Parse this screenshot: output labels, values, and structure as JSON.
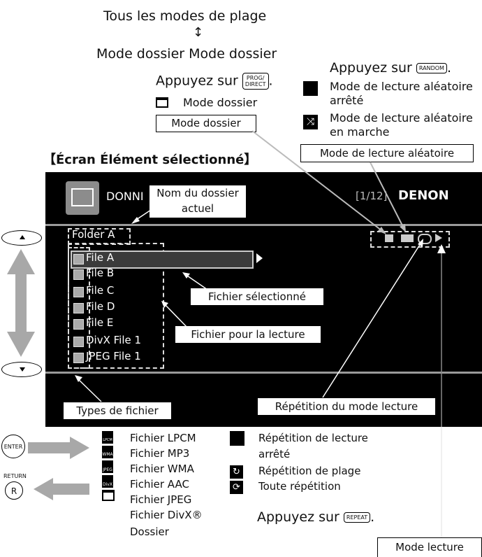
{
  "top": {
    "all_modes": "Tous les modes de plage",
    "folder_modes": "Mode dossier Mode dossier"
  },
  "prog": {
    "press": "Appuyez sur",
    "key": "PROG/\nDIRECT",
    "mode_folder": "Mode dossier",
    "box_label": "Mode dossier"
  },
  "random": {
    "press": "Appuyez sur",
    "key": "RANDOM",
    "off_line1": "Mode de lecture aléatoire",
    "off_line2": "arrêté",
    "on_line1": "Mode de lecture aléatoire",
    "on_line2": "en marche",
    "box_label": "Mode de lecture aléatoire"
  },
  "screen_title": "【Écran Élément sélectionné】",
  "screen": {
    "disc_name": "DONNI",
    "counter": "[1/12]",
    "brand": "DENON",
    "folder": "Folder A",
    "files": [
      "File A",
      "File B",
      "File C",
      "File D",
      "File E",
      "DivX File 1",
      "JPEG File 1"
    ]
  },
  "callouts": {
    "folder_name": "Nom du dossier\nactuel",
    "selected_file": "Fichier sélectionné",
    "playback_file": "Fichier pour la lecture",
    "file_types": "Types de fichier",
    "repeat_mode": "Répétition du mode lecture",
    "play_mode": "Mode lecture"
  },
  "buttons": {
    "enter": "ENTER",
    "return_label": "RETURN",
    "return_key": "R"
  },
  "file_type_legend": [
    "Fichier LPCM",
    "Fichier MP3",
    "Fichier WMA",
    "Fichier AAC",
    "Fichier JPEG",
    "Fichier DivX®",
    "Dossier"
  ],
  "legend_icons": [
    "LPCM",
    "WMA",
    "JPEG",
    "DivX"
  ],
  "repeat_legend": {
    "off_line1": "Répétition de lecture",
    "off_line2": "arrêté",
    "track": "Répétition de plage",
    "all": "Toute répétition",
    "press": "Appuyez sur",
    "key": "REPEAT"
  }
}
